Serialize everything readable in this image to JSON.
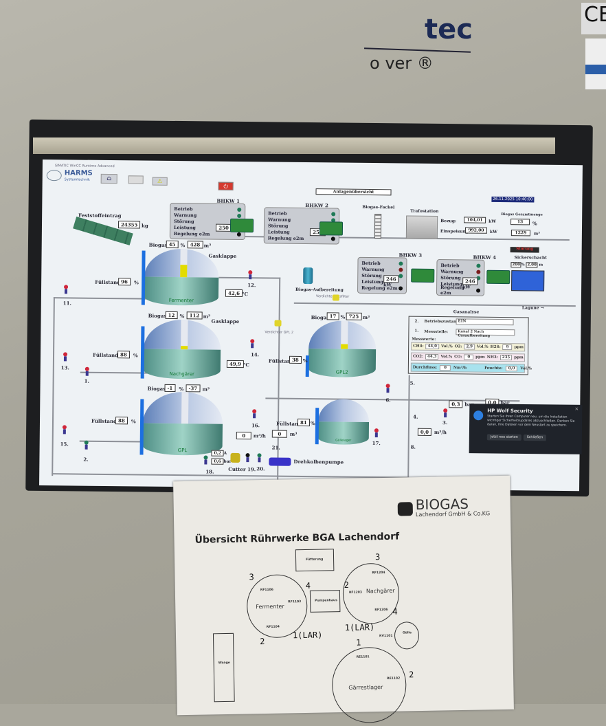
{
  "cabinet": {
    "brand_main": "tec",
    "brand_sub": "o ver ®",
    "ce_mark": "CE"
  },
  "window": {
    "title": "SIMATIC WinCC Runtime Advanced",
    "logo": "HARMS",
    "logo_sub": "Systemtechnik",
    "page_title": "Anlagenübersicht",
    "datetime": "26.11.2025 10:40:00"
  },
  "feed": {
    "label": "Feststoffeintrag",
    "value": "24355",
    "unit": "kg"
  },
  "bhkw_labels": [
    "Betrieb",
    "Warnung",
    "Störung",
    "Leistung",
    "Regelung e2m"
  ],
  "bhkw": [
    {
      "name": "BHKW 1",
      "power": "250",
      "unit": "kW"
    },
    {
      "name": "BHKW 2",
      "power": "250",
      "unit": "kW"
    },
    {
      "name": "BHKW 3",
      "power": "246",
      "unit": "kW"
    },
    {
      "name": "BHKW 4",
      "power": "246",
      "unit": "kW"
    }
  ],
  "flare": {
    "label": "Biogas-Fackel"
  },
  "trafo": {
    "label": "Trafostation",
    "bezug_label": "Bezug:",
    "bezug": "104,01",
    "einsp_label": "Einspeisung:",
    "einsp": "992,00",
    "unit": "kW"
  },
  "total": {
    "label": "Biogas Gesamtmenge",
    "pct": "13",
    "pct_unit": "%",
    "vol": "1229",
    "vol_unit": "m³"
  },
  "seep": {
    "alarm": "Störung",
    "label": "Sickerschacht",
    "pct": "200",
    "pct_unit": "%",
    "level": "2,00",
    "level_unit": "m"
  },
  "lagoon": "Lagune →",
  "upgrade": {
    "label": "Biogas-Aufbereitung",
    "sub": "Verdichter Gasfilter",
    "gpl2_sub": "Verdichter GPL 2"
  },
  "common": {
    "biogas": "Biogas",
    "pct": "%",
    "m3": "m³",
    "fill": "Füllstand",
    "gasflap": "Gasklappe",
    "degc": "°C"
  },
  "tanks": {
    "fermenter": {
      "name": "Fermenter",
      "gas_pct": "45",
      "gas_vol": "428",
      "fill": "96",
      "temp": "42,6",
      "fill_frac": 0.96,
      "gas_frac": 0.45
    },
    "nachgaerer": {
      "name": "Nachgärer",
      "gas_pct": "12",
      "gas_vol": "112",
      "fill": "88",
      "temp": "49,9",
      "fill_frac": 0.88,
      "gas_frac": 0.12
    },
    "gpl": {
      "name": "GPL",
      "gas_pct": "-1",
      "gas_vol": "-37",
      "fill": "88",
      "fill_frac": 0.88
    },
    "gpl2": {
      "name": "GPL2",
      "gas_pct": "17",
      "gas_vol": "725",
      "fill": "38",
      "fill_frac": 0.38,
      "gas_frac": 0.17
    },
    "guelle": {
      "name": "Güllelager",
      "fill": "81",
      "fill_frac": 0.81
    }
  },
  "valves": [
    "1.",
    "2.",
    "3.",
    "4.",
    "5.",
    "6.",
    "8.",
    "11.",
    "12.",
    "13.",
    "14.",
    "15.",
    "16.",
    "17.",
    "18.",
    "20.",
    "21."
  ],
  "pump": {
    "cutter": "Cutter 19.",
    "current": "0,2",
    "current_unit": "A",
    "pressure": "0,6",
    "pressure_unit": "bar",
    "drehkolben": "Drehkolbenpumpe",
    "flow": "0",
    "flow_unit": "m³/h",
    "vol": "0",
    "vol_unit": "m³"
  },
  "right_lower": {
    "p1": "0,3",
    "p2": "0,0",
    "bar": "bar",
    "flow": "0,0",
    "flow_unit": "m³/h"
  },
  "gas": {
    "title": "Gasanalyse",
    "state_label": "Betriebszustand:",
    "state": "EIN",
    "point_label": "Messstelle:",
    "point": "Kanal 2 Nach Gasaufbereitung",
    "values_label": "Messwerte:",
    "ch4_l": "CH4:",
    "ch4": "44,0",
    "o2_l": "O2:",
    "o2": "2,9",
    "h2s_l": "H2S:",
    "h2s": "9",
    "co2_l": "CO2:",
    "co2": "44,3",
    "co_l": "CO:",
    "co": "0",
    "nh3_l": "NH3:",
    "nh3": "235",
    "vol": "Vol.%",
    "ppm": "ppm",
    "flow_l": "Durchfluss:",
    "flow": "0",
    "flow_u": "Nm³/h",
    "hum_l": "Feuchte:",
    "hum": "0,0",
    "ch1": "1.",
    "ch2": "2."
  },
  "toast": {
    "title": "HP Wolf Security",
    "body": "Starten Sie Ihren Computer neu, um die Installation wichtiger Sicherheitsupdates abzuschließen. Denken Sie daran, Ihre Dateien vor dem Neustart zu speichern.",
    "restart": "Jetzt neu starten",
    "close": "Schließen",
    "x": "×"
  },
  "paper": {
    "title": "Übersicht Rührwerke BGA Lachendorf",
    "logo": "BIOGAS",
    "logo_sub": "Lachendorf GmbH & Co.KG",
    "fuetterung": "Fütterung",
    "pumpenhaus": "Pumpenhaus",
    "waage": "Waage",
    "fermenter": "Fermenter",
    "f1": "RF1106",
    "f2": "RF1103",
    "f3": "RF1104",
    "nachgaerer": "Nachgärer",
    "n1": "RF1204",
    "n2": "RF1203",
    "n3": "RF1206",
    "guelle": "Gülle",
    "g1": "RV1101",
    "gaerrest": "Gärrestlager",
    "r1": "RE1101",
    "r2": "RE1102",
    "hw": [
      "3",
      "4",
      "2",
      "1(LAR)",
      "3",
      "2",
      "4",
      "1(LAR)",
      "1",
      "2"
    ]
  }
}
